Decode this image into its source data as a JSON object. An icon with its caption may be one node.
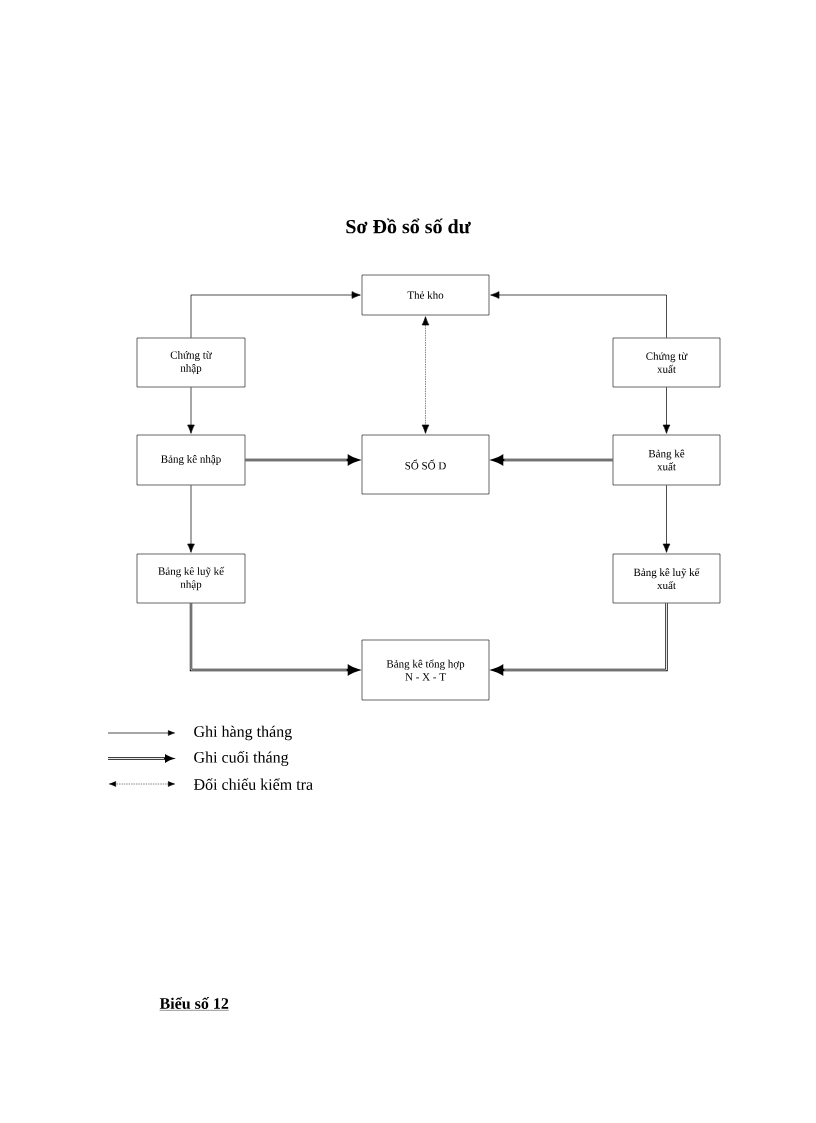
{
  "diagram": {
    "title": "Sơ Đồ sổ số dư",
    "nodes": [
      {
        "text": [
          "Thẻ kho"
        ]
      },
      {
        "text": [
          "Chứng từ nhập"
        ]
      },
      {
        "text": [
          "Chứng từ xuất"
        ]
      },
      {
        "text": [
          "Bảng kê nhập"
        ]
      },
      {
        "text": [
          "SỔ SỐ D"
        ]
      },
      {
        "text": [
          "Bảng kê xuất"
        ]
      },
      {
        "text": [
          "Bảng kê luỹ kế nhập"
        ]
      },
      {
        "text": [
          "Bảng kê luỹ kế xuất"
        ]
      },
      {
        "text": [
          "Bảng kê tổng hợp N - X - T"
        ]
      }
    ],
    "edges": [
      {
        "from": 1,
        "to": 0,
        "arrow": "to"
      },
      {
        "from": 2,
        "to": 0,
        "arrow": "to"
      },
      {
        "from": 0,
        "to": 4,
        "arrow": "both",
        "style": "dashed"
      },
      {
        "from": 1,
        "to": 3,
        "arrow": "to"
      },
      {
        "from": 2,
        "to": 5,
        "arrow": "to"
      },
      {
        "from": 3,
        "to": 4,
        "arrow": "to",
        "style": "thick"
      },
      {
        "from": 5,
        "to": 4,
        "arrow": "to",
        "style": "thick"
      },
      {
        "from": 3,
        "to": 6,
        "arrow": "to"
      },
      {
        "from": 5,
        "to": 7,
        "arrow": "to"
      },
      {
        "from": 6,
        "to": 8,
        "arrow": "to",
        "style": "thick"
      },
      {
        "from": 7,
        "to": 8,
        "arrow": "to",
        "style": "thick"
      }
    ],
    "labels": [
      "Biểu số 12"
    ],
    "legend": [
      {
        "text": "Ghi hàng tháng"
      },
      {
        "text": "Ghi cuối tháng"
      },
      {
        "text": "Đối chiếu kiểm tra"
      }
    ]
  }
}
